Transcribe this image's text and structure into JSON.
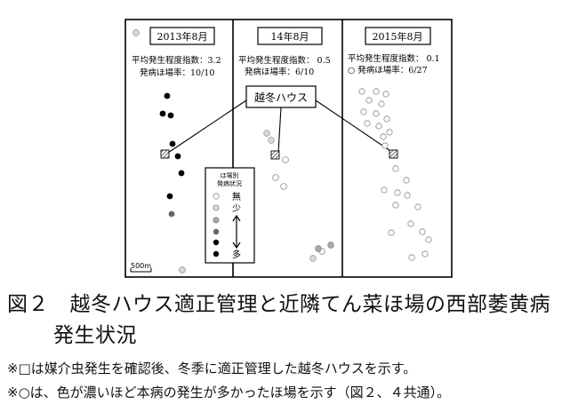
{
  "panels": [
    {
      "label": "2013年8月",
      "index_line": "平均発生程度指数：3.2",
      "rate_line": "発病ほ場率：10/10"
    },
    {
      "label": "14年8月",
      "index_line": "平均発生程度指数：  0.5",
      "rate_line": "発病ほ場率：6/10"
    },
    {
      "label": "2015年8月",
      "index_line": "平均発生程度指数：  0.1",
      "rate_line": "○  発病ほ場率：6/27"
    }
  ],
  "callout": {
    "label": "越冬ハウス"
  },
  "legend": {
    "title_line1": "ほ場別",
    "title_line2": "発病状況",
    "low_label": "無",
    "mid_label": "少",
    "high_label": "多",
    "levels": [
      "#ffffff",
      "#d8d8d8",
      "#a8a8a8",
      "#666666",
      "#000000"
    ]
  },
  "scale_bar": {
    "label": "500m"
  },
  "caption": {
    "title": "図２　越冬ハウス適正管理と近隣てん菜ほ場の西部萎黄病",
    "title_cont": "発生状況",
    "note1": "※□は媒介虫発生を確認後、冬季に適正管理した越冬ハウスを示す。",
    "note2": "※○は、色が濃いほど本病の発生が多かったほ場を示す（図２、４共通）。"
  },
  "colors": {
    "black": "#000000",
    "dark": "#666666",
    "mid": "#a8a8a8",
    "light": "#d8d8d8",
    "white": "#ffffff",
    "hatch": "#333333"
  }
}
